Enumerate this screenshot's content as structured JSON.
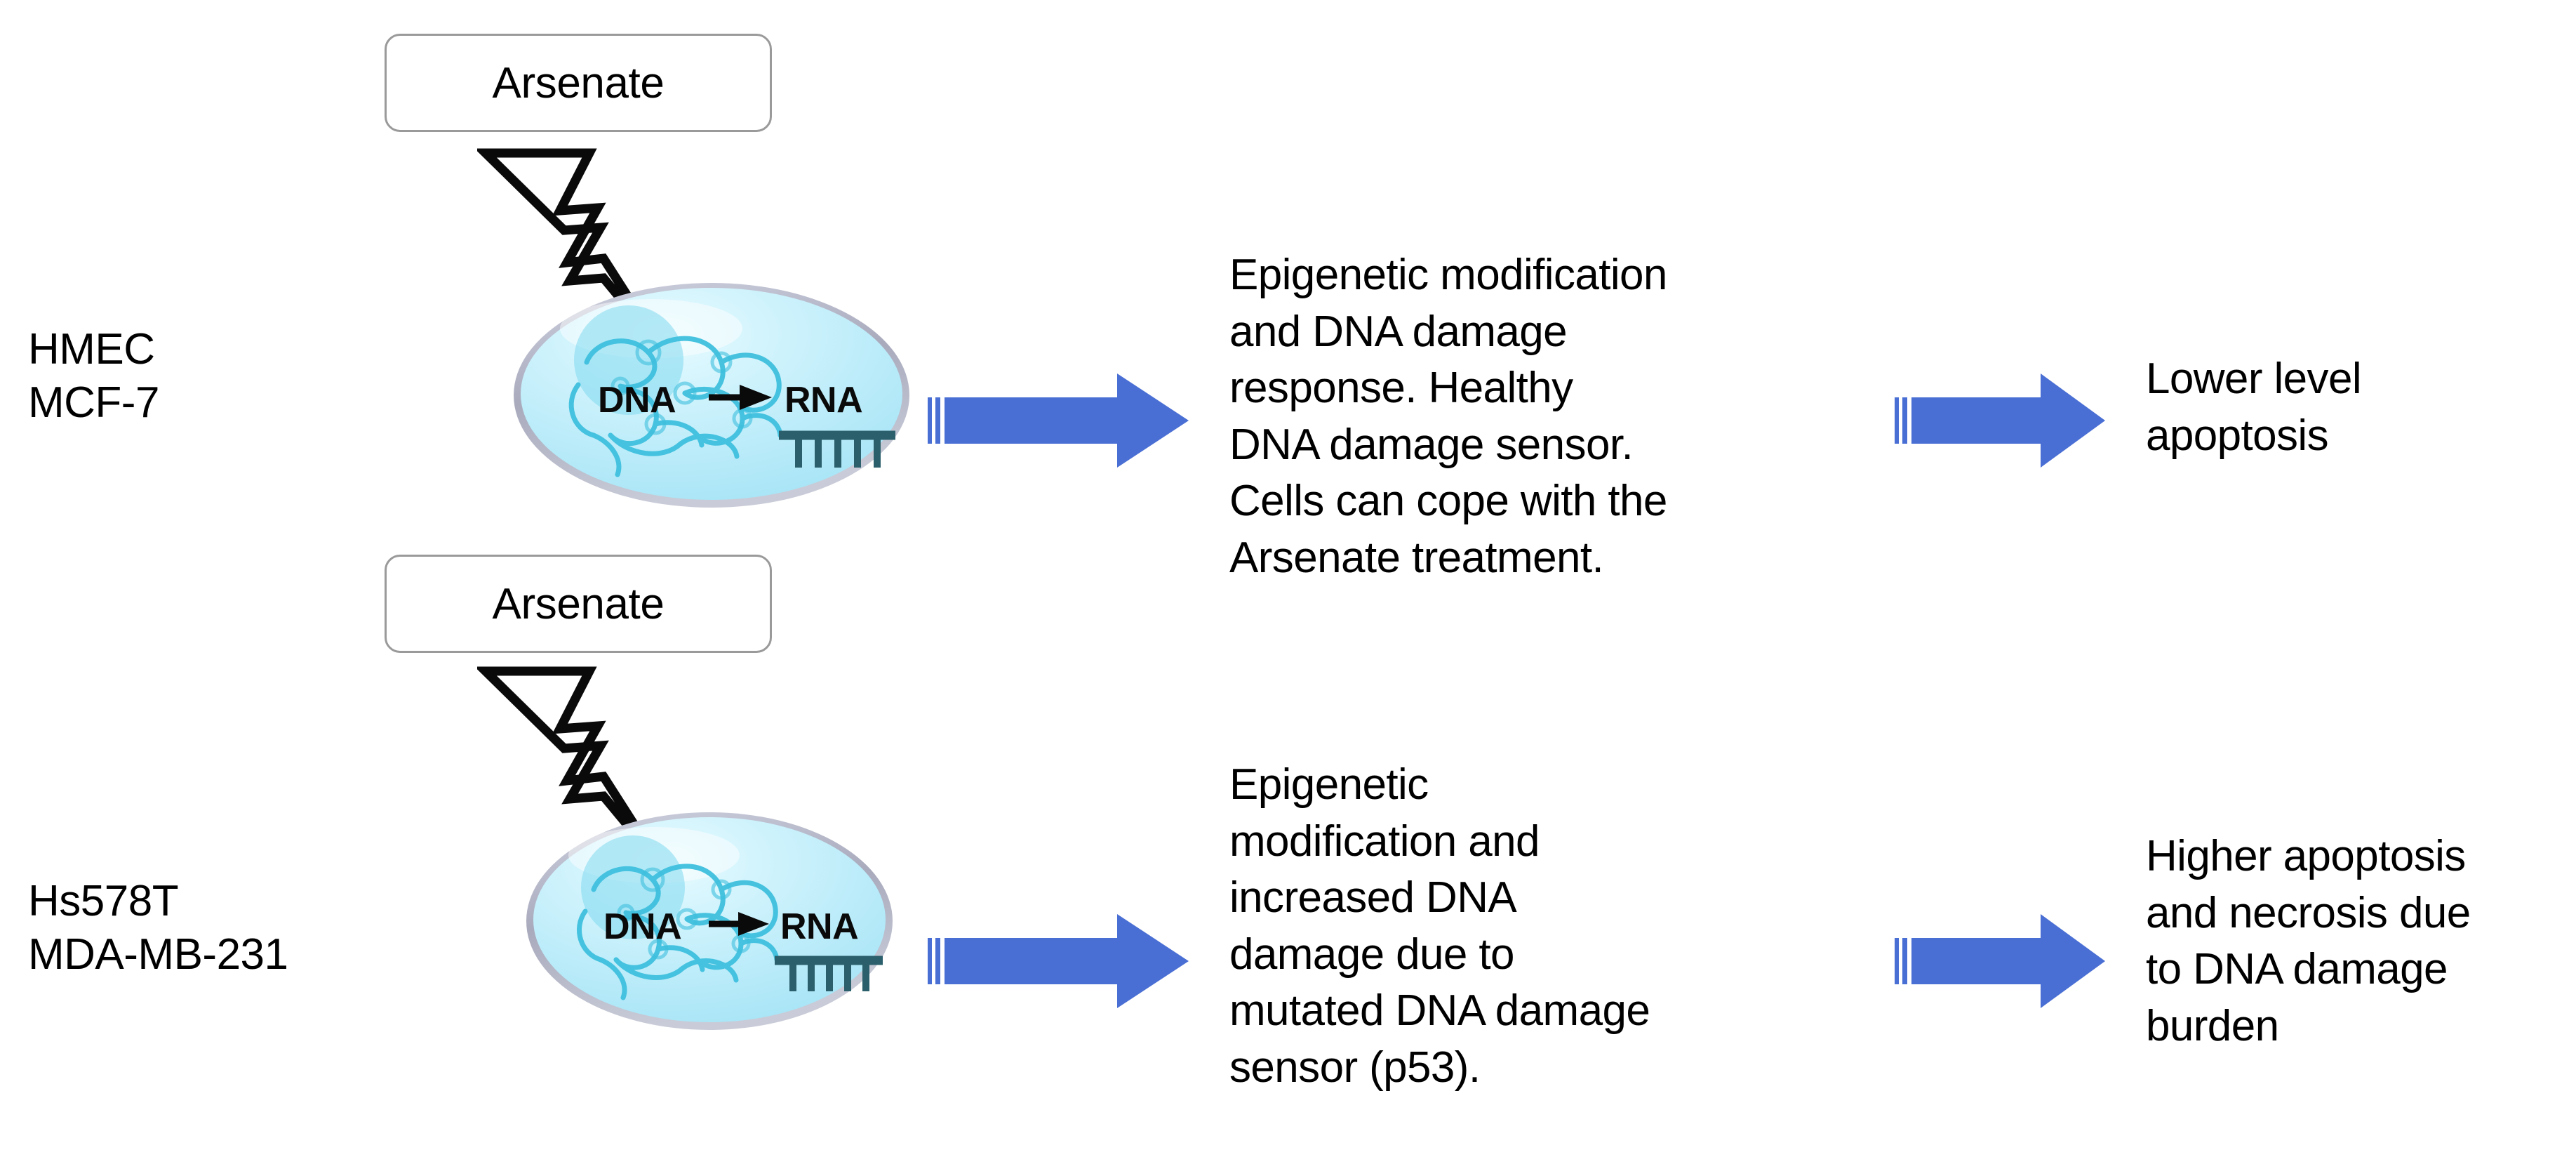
{
  "diagram": {
    "title_present": false,
    "background_color": "#ffffff",
    "arrow_color": "#4a6fd4",
    "cell_fill_color": "#aee7f7",
    "cell_rim_color": "#b4b4c4",
    "dna_strand_color": "#3fc0de",
    "rna_strand_color": "#2b5f6b",
    "text_color": "#000000",
    "box_border_color": "#9a9a9a"
  },
  "rows": [
    {
      "id": "row-healthy",
      "cell_lines": "HMEC\nMCF-7",
      "cell_lines_list": [
        "HMEC",
        "MCF-7"
      ],
      "stimulus_label": "Arsenate",
      "cell": {
        "dna_label": "DNA",
        "rna_label": "RNA",
        "transcription_arrow": "arrow-right"
      },
      "middle_text": "Epigenetic modification\nand DNA damage\nresponse. Healthy\nDNA damage sensor.\nCells can cope with the\nArsenate treatment.",
      "middle_text_lines": [
        "Epigenetic modification",
        "and DNA damage",
        "response. Healthy",
        "DNA damage sensor.",
        "Cells can cope with the",
        "Arsenate treatment."
      ],
      "outcome_text": "Lower level\napoptosis",
      "outcome_text_lines": [
        "Lower level",
        "apoptosis"
      ]
    },
    {
      "id": "row-mutant",
      "cell_lines": "Hs578T\nMDA-MB-231",
      "cell_lines_list": [
        "Hs578T",
        "MDA-MB-231"
      ],
      "stimulus_label": "Arsenate",
      "cell": {
        "dna_label": "DNA",
        "rna_label": "RNA",
        "transcription_arrow": "arrow-right"
      },
      "middle_text": "Epigenetic\nmodification and\nincreased DNA\ndamage due to\nmutated DNA damage\nsensor (p53).",
      "middle_text_lines": [
        "Epigenetic",
        "modification and",
        "increased DNA",
        "damage due to",
        "mutated DNA damage",
        "sensor (p53)."
      ],
      "outcome_text": "Higher apoptosis\nand necrosis due\nto DNA damage\nburden",
      "outcome_text_lines": [
        "Higher apoptosis",
        "and necrosis due",
        "to DNA damage",
        "burden"
      ]
    }
  ]
}
